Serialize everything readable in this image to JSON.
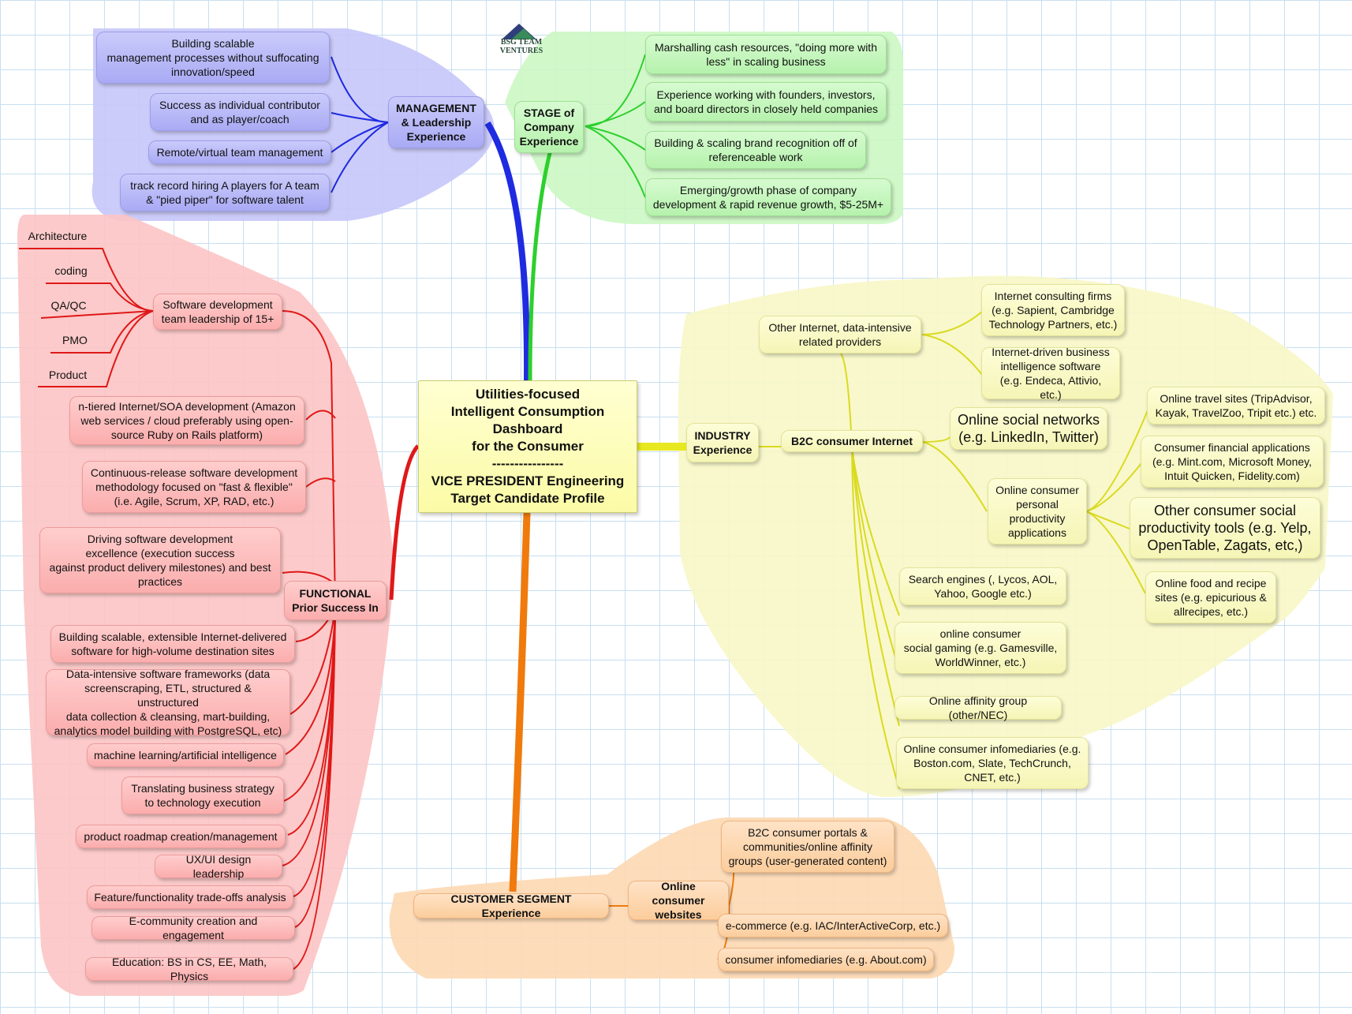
{
  "logo": {
    "text": "BSG TEAM VENTURES",
    "icon": "mountain-logo-icon"
  },
  "central": {
    "lines": [
      "Utilities-focused",
      "Intelligent Consumption",
      "Dashboard",
      "for the Consumer",
      "----------------",
      "VICE PRESIDENT Engineering",
      "Target Candidate Profile"
    ]
  },
  "colors": {
    "management": "#3b3bd6",
    "stage": "#35d435",
    "functional": "#e62020",
    "industry": "#dede30",
    "customer": "#f07d10"
  },
  "management": {
    "label": "MANAGEMENT\n& Leadership\nExperience",
    "items": [
      "Building scalable\nmanagement processes without suffocating\ninnovation/speed",
      "Success as individual contributor\nand as player/coach",
      "Remote/virtual team management",
      "track record hiring A players for A team\n& \"pied piper\" for software talent"
    ]
  },
  "stage": {
    "label": "STAGE of\nCompany\nExperience",
    "items": [
      "Marshalling cash resources, \"doing more with\nless\" in scaling business",
      "Experience working with founders,  investors,\nand board directors  in closely held companies",
      "Building & scaling brand recognition off of\nreferenceable work",
      "Emerging/growth phase of company\ndevelopment & rapid revenue growth, $5-25M+"
    ]
  },
  "functional": {
    "label": "FUNCTIONAL\nPrior Success In",
    "team_node": "Software development\nteam leadership of 15+",
    "team_subitems": [
      "Architecture",
      "coding",
      "QA/QC",
      "PMO",
      "Product"
    ],
    "items": [
      "n-tiered Internet/SOA development (Amazon\nweb services / cloud preferably  using open-\nsource Ruby on Rails platform)",
      "Continuous-release software development\nmethodology focused on \"fast & flexible\"\n(i.e. Agile, Scrum, XP, RAD, etc.)",
      "Driving software development\nexcellence (execution success\nagainst product delivery milestones) and best\npractices",
      "Building scalable, extensible Internet-delivered\nsoftware for high-volume destination sites",
      "Data-intensive software frameworks (data\nscreenscraping, ETL, structured & unstructured\ndata collection & cleansing, mart-building,\nanalytics model building  with PostgreSQL, etc)",
      "machine learning/artificial intelligence",
      "Translating business strategy\nto technology execution",
      "product roadmap creation/management",
      "UX/UI design leadership",
      "Feature/functionality trade-offs analysis",
      "E-community creation and engagement",
      "Education: BS in CS, EE, Math, Physics"
    ]
  },
  "industry": {
    "label": "INDUSTRY\nExperience",
    "b2c": "B2C consumer Internet",
    "other_internet": "Other Internet, data-intensive\nrelated providers",
    "other_internet_items": [
      "Internet consulting firms\n(e.g. Sapient, Cambridge\nTechnology Partners, etc.)",
      "Internet-driven business\nintelligence software\n(e.g. Endeca, Attivio, etc.)"
    ],
    "social_networks": "Online social networks\n(e.g. LinkedIn, Twitter)",
    "productivity": "Online consumer\npersonal\nproductivity\napplications",
    "productivity_items": [
      "Online travel sites  (TripAdvisor,\nKayak, TravelZoo, Tripit etc.) etc.",
      "Consumer financial applications\n(e.g. Mint.com, Microsoft Money,\nIntuit Quicken, Fidelity.com)",
      "Other consumer social\nproductivity tools (e.g. Yelp,\nOpenTable, Zagats, etc,)",
      "Online food and recipe\nsites (e.g. epicurious &\nallrecipes, etc.)"
    ],
    "search": "Search engines (, Lycos, AOL,\nYahoo, Google etc.)",
    "gaming": "online consumer\nsocial gaming (e.g. Gamesville,\nWorldWinner, etc.)",
    "affinity": "Online affinity group (other/NEC)",
    "infomediaries": "Online consumer infomediaries (e.g.\nBoston.com, Slate, TechCrunch,\nCNET, etc.)"
  },
  "customer": {
    "label": "CUSTOMER SEGMENT Experience",
    "websites": "Online consumer\nwebsites",
    "items": [
      "B2C consumer portals &\ncommunities/online affinity\ngroups (user-generated content)",
      "e-commerce (e.g. IAC/InterActiveCorp, etc.)",
      "consumer infomediaries (e.g. About.com)"
    ]
  }
}
